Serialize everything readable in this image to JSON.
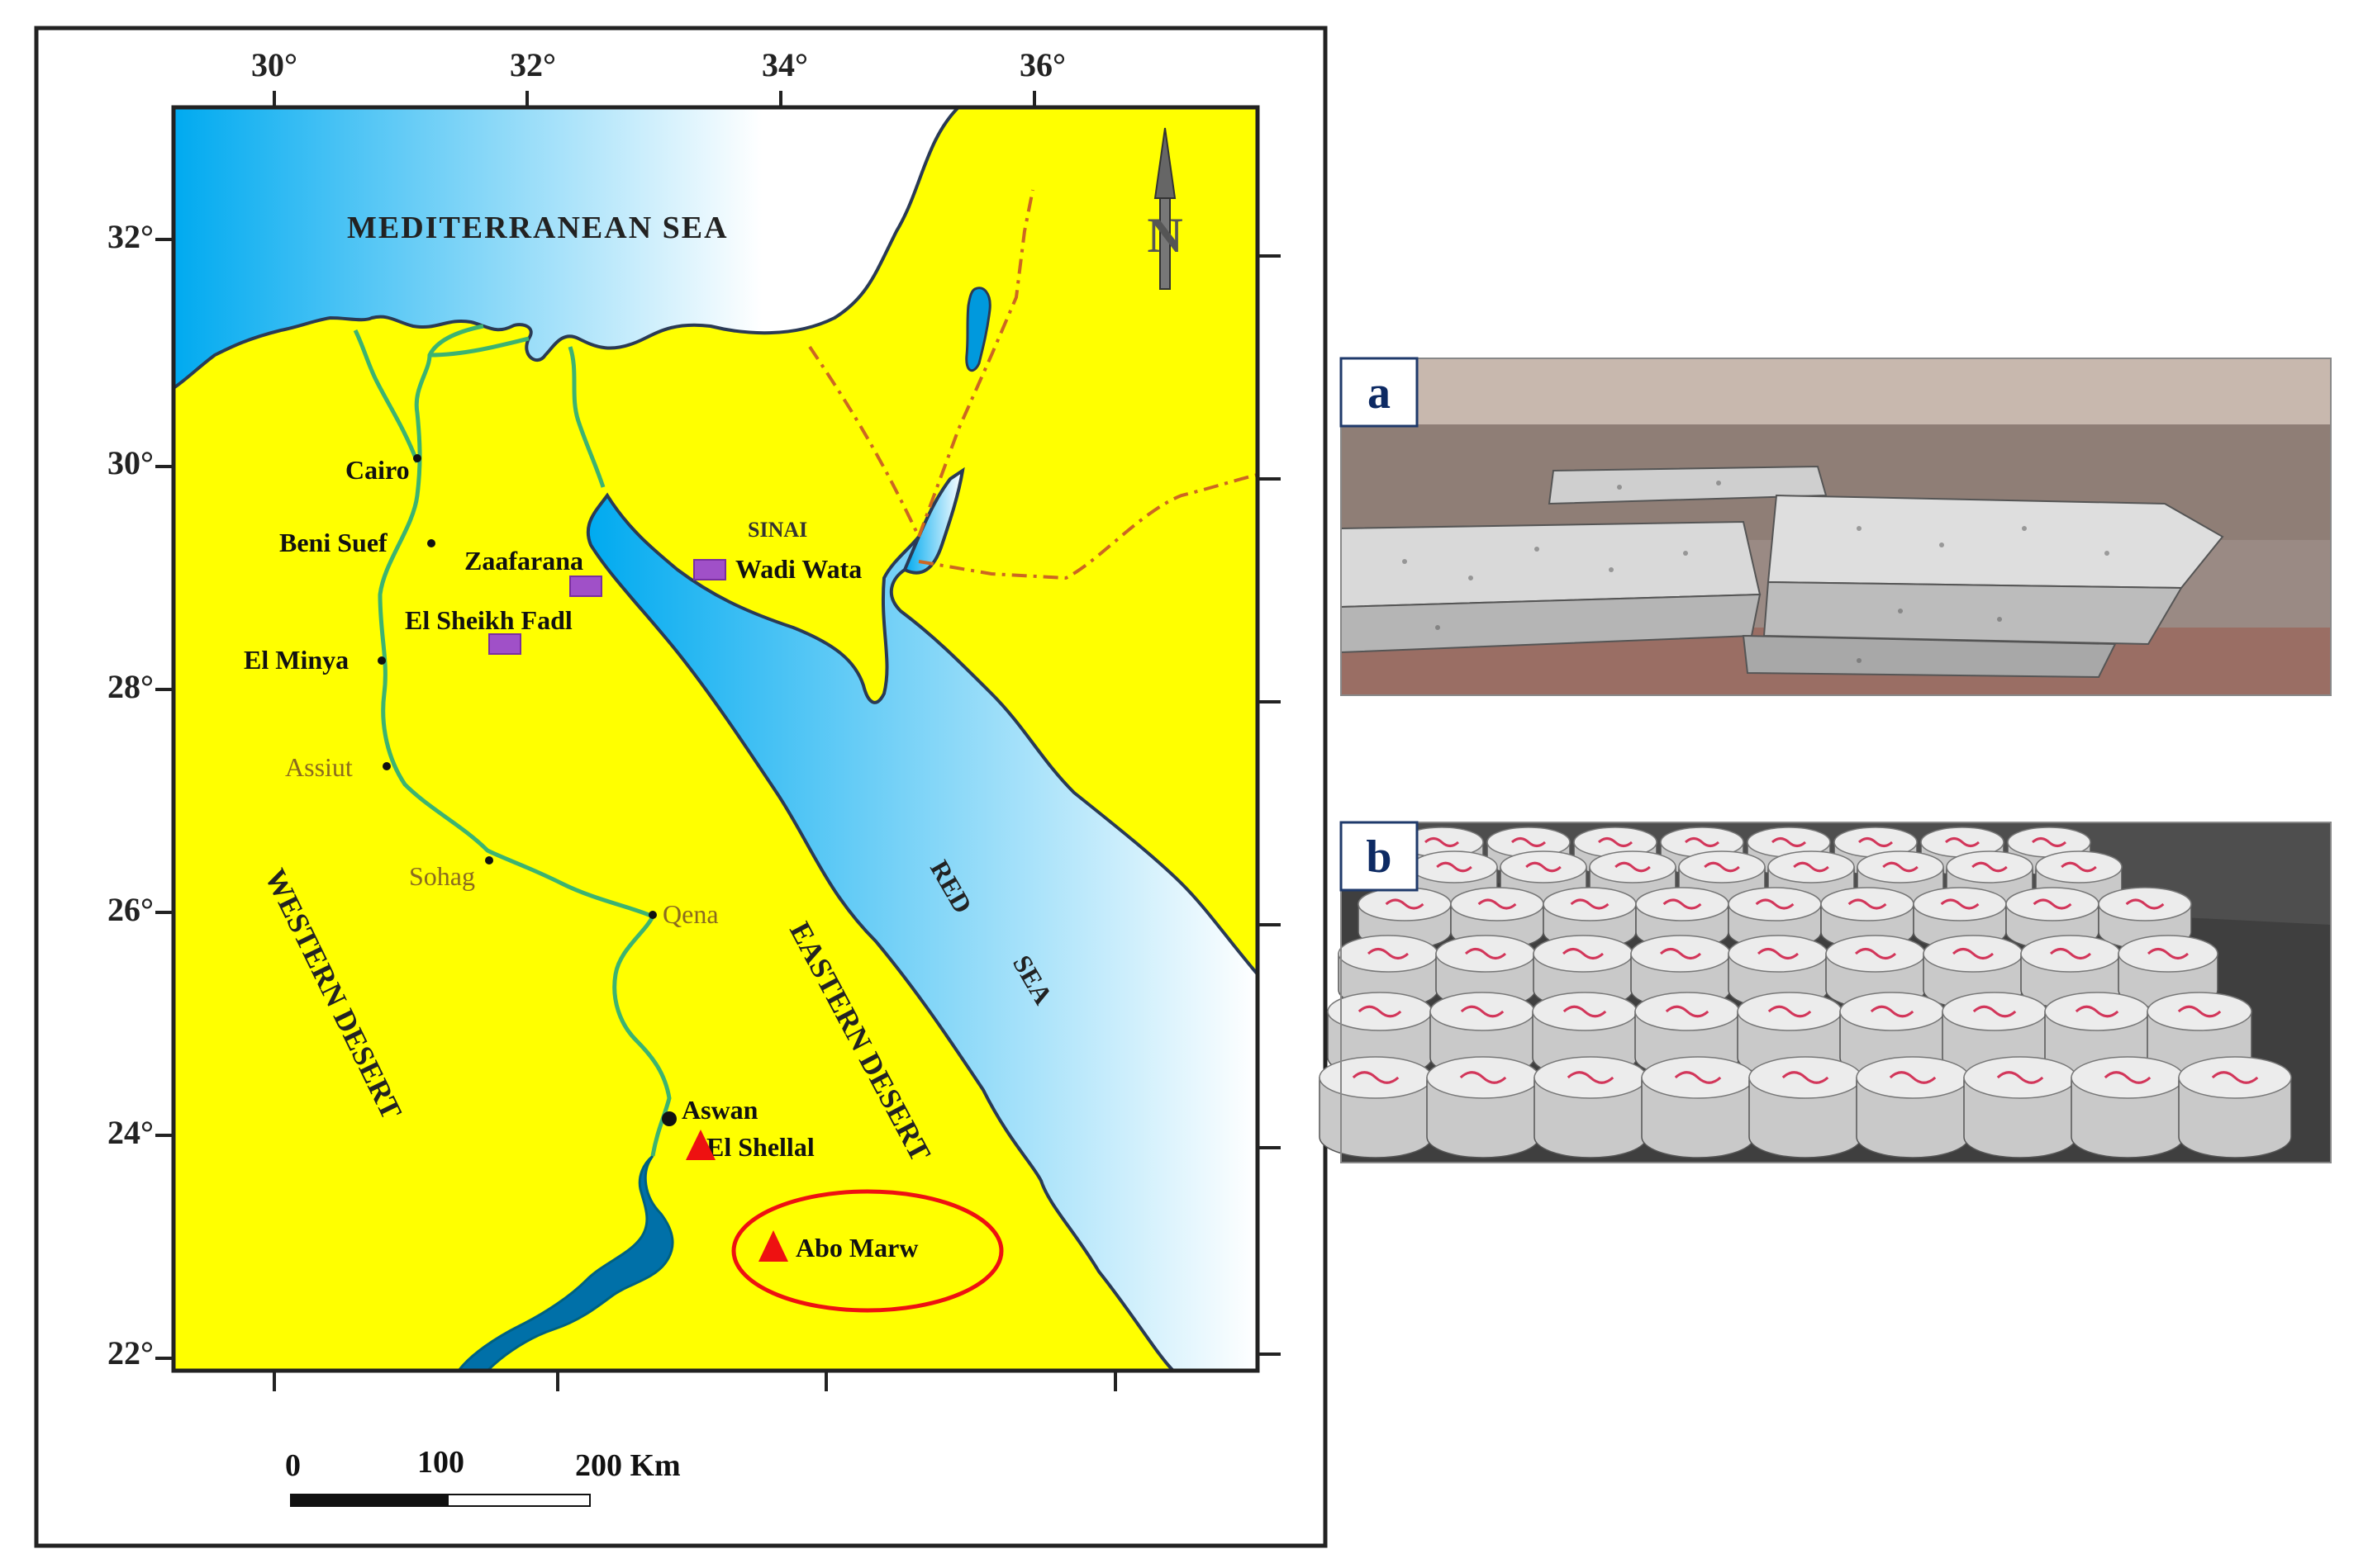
{
  "map": {
    "lon_ticks": [
      "30°",
      "32°",
      "34°",
      "36°"
    ],
    "lat_ticks": [
      "32°",
      "30°",
      "28°",
      "26°",
      "24°",
      "22°"
    ],
    "seas": [
      "MEDITERRANEAN  SEA",
      "RED",
      "SEA"
    ],
    "regions": [
      "SINAI",
      "WESTERN DESERT",
      "EASTERN DESERT"
    ],
    "cities": [
      "Cairo",
      "Beni Suef",
      "El Minya",
      "Assiut",
      "Sohag",
      "Qena",
      "Aswan"
    ],
    "sites": [
      "Zaafarana",
      "El Sheikh Fadl",
      "Wadi Wata",
      "El Shellal",
      "Abo Marw"
    ],
    "north_arrow": "N",
    "scale": {
      "labels": [
        "0",
        "100",
        "200 Km"
      ]
    },
    "colors": {
      "land": "#ffff00",
      "sea_deep": "#00aaf0",
      "sea_light": "#ffffff",
      "nile": "#3cb371",
      "site": "#a050c8",
      "target": "#ee1111",
      "border": "#cc6622"
    }
  },
  "photos": [
    {
      "label": "a",
      "subject": "granite slabs"
    },
    {
      "label": "b",
      "subject": "granite core samples"
    }
  ]
}
